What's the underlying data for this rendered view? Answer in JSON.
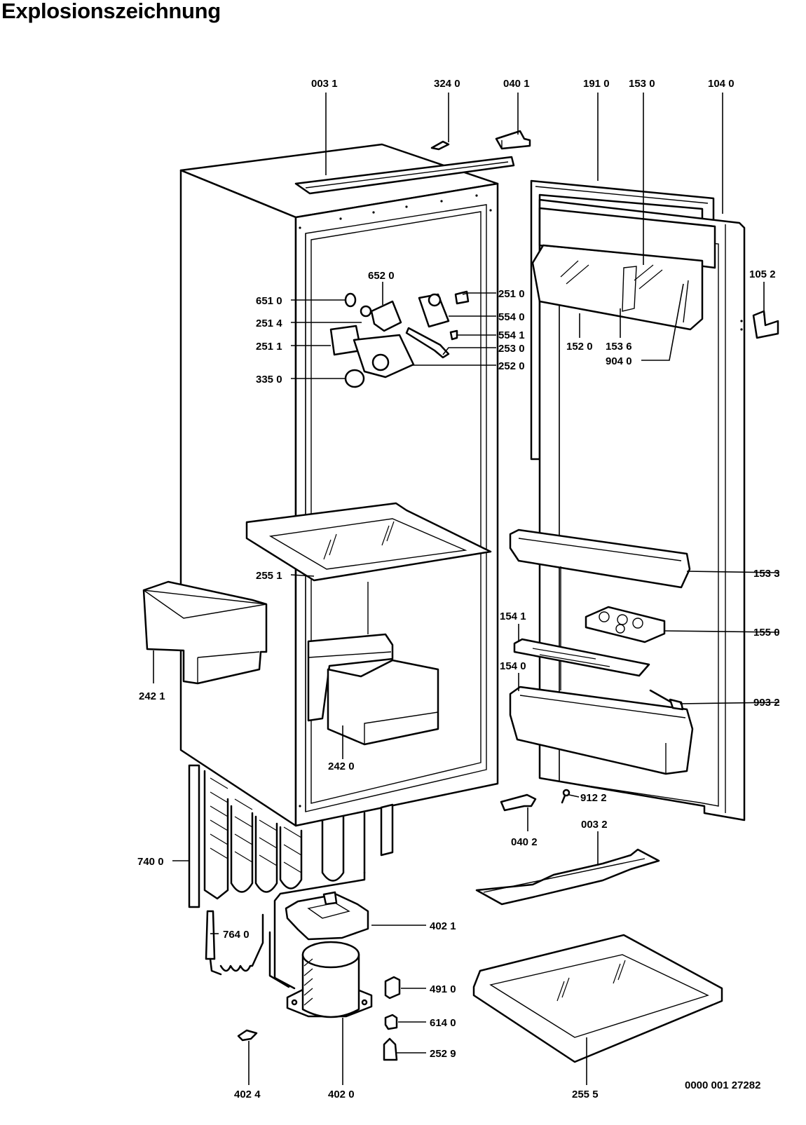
{
  "title": "Explosionszeichnung",
  "document_number": "0000 001 27282",
  "part_labels": {
    "p0031": "003 1",
    "p3240": "324 0",
    "p0401": "040 1",
    "p1910": "191 0",
    "p1530": "153 0",
    "p1040": "104 0",
    "p1052": "105 2",
    "p6520": "652 0",
    "p6510": "651 0",
    "p2514": "251 4",
    "p2511": "251 1",
    "p3350": "335 0",
    "p2510": "251 0",
    "p5540": "554 0",
    "p5541": "554 1",
    "p2530": "253 0",
    "p2520": "252 0",
    "p1520": "152 0",
    "p1536": "153 6",
    "p9040": "904 0",
    "p2551": "255 1",
    "p1533": "153 3",
    "p1541": "154 1",
    "p1550": "155 0",
    "p1540": "154 0",
    "p9932": "993 2",
    "p2421": "242 1",
    "p2420": "242 0",
    "p9122": "912 2",
    "p0402": "040 2",
    "p0032": "003 2",
    "p7400": "740 0",
    "p4021": "402 1",
    "p7640": "764 0",
    "p4910": "491 0",
    "p6140": "614 0",
    "p2529": "252 9",
    "p4024": "402 4",
    "p4020": "402 0",
    "p2555": "255 5"
  }
}
